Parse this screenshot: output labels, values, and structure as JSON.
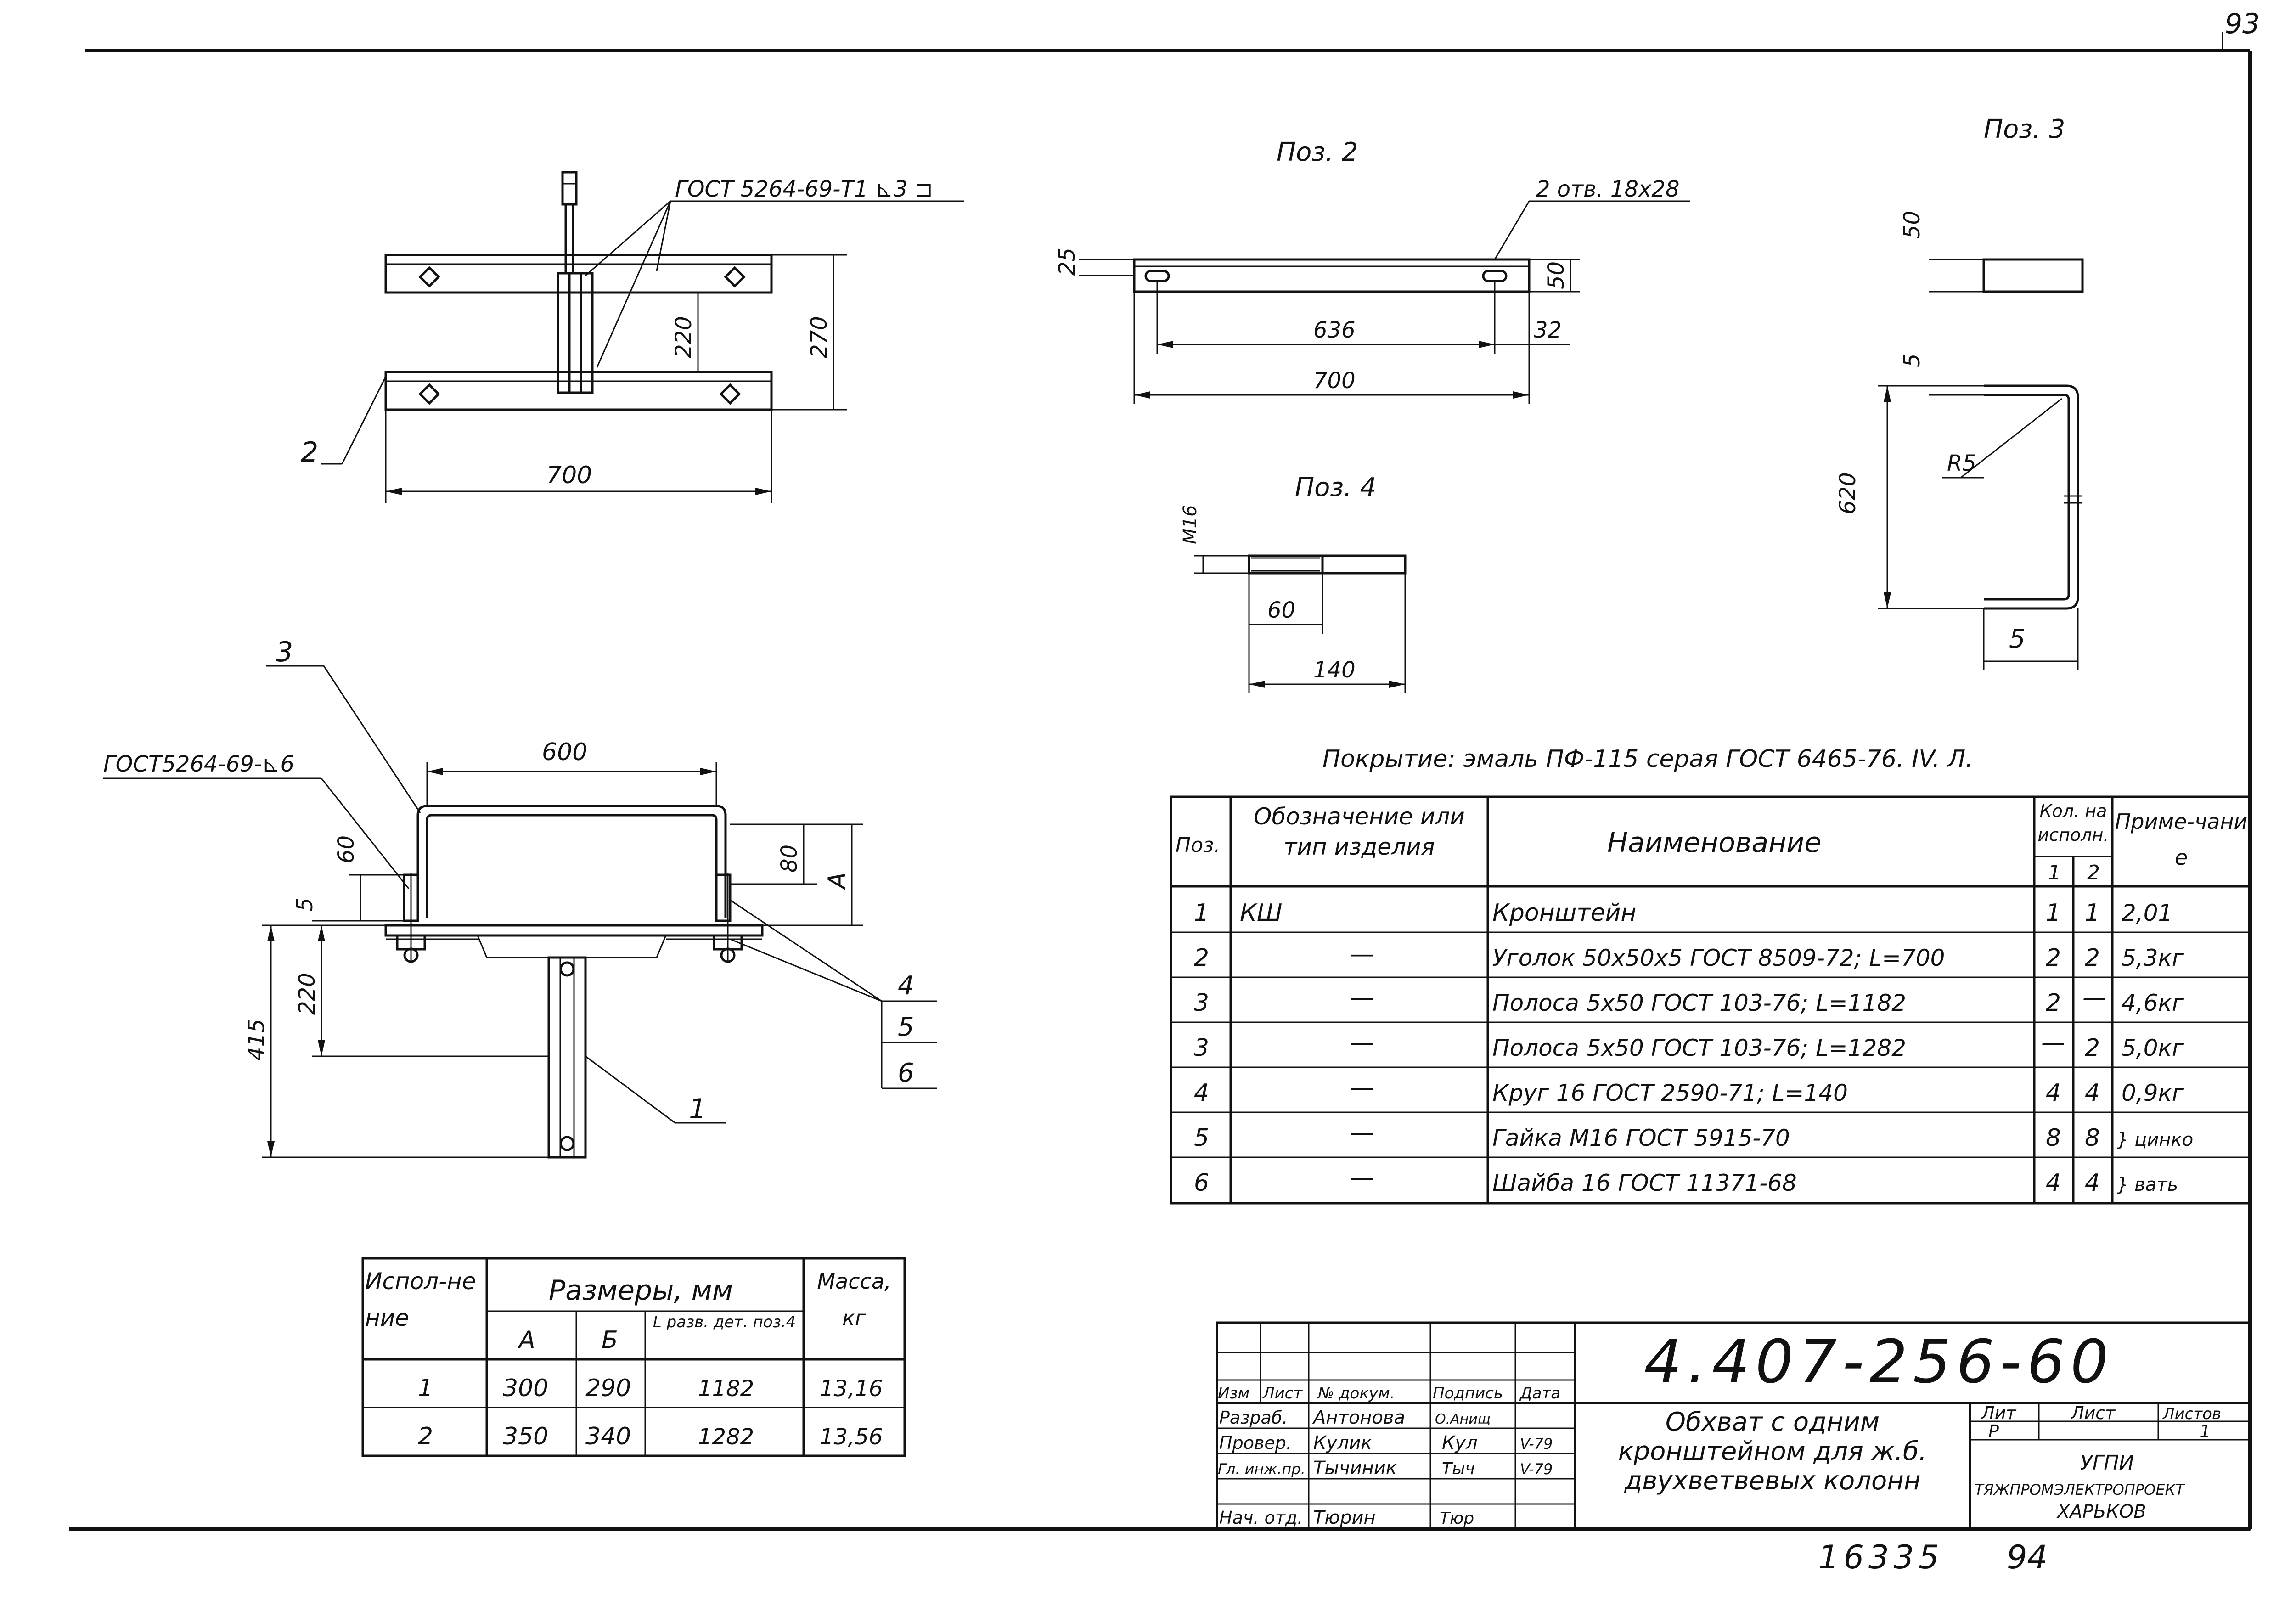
{
  "page": {
    "sheet_number_top": "93",
    "bottom_number_left": "16335",
    "bottom_number_right": "94"
  },
  "view_main": {
    "gost_label": "ГОСТ 5264-69-Т1 ⊾3 ⊐",
    "dim_width": "700",
    "dim_220": "220",
    "dim_270": "270",
    "pos_label": "2"
  },
  "view_pos2": {
    "title": "Поз. 2",
    "holes_label": "2 отв. 18х28",
    "dim_25": "25",
    "dim_50": "50",
    "dim_636": "636",
    "dim_32": "32",
    "dim_700": "700"
  },
  "view_pos3": {
    "title": "Поз. 3",
    "dim_50": "50",
    "dim_5": "5",
    "dim_620": "620",
    "radius": "R5",
    "dim_5_bottom": "5"
  },
  "view_pos4": {
    "title": "Поз. 4",
    "thread": "М16",
    "dim_60": "60",
    "dim_140": "140"
  },
  "view_section": {
    "label_3": "3",
    "gost_label": "ГОСТ5264-69-⊾6",
    "dim_600": "600",
    "dim_60": "60",
    "dim_80": "80",
    "dim_a": "А",
    "dim_5": "5",
    "dim_220": "220",
    "dim_415": "415",
    "label_1": "1",
    "label_4": "4",
    "label_5": "5",
    "label_6": "6"
  },
  "coating_note": "Покрытие:  эмаль  ПФ-115 серая  ГОСТ 6465-76.  IV. Л.",
  "spec_table": {
    "headers": {
      "pos": "Поз.",
      "designation": "Обозначение или тип изделия",
      "name": "Наименование",
      "qty": "Кол. на исполн.",
      "qty_1": "1",
      "qty_2": "2",
      "note": "Приме-чание"
    },
    "rows": [
      {
        "pos": "1",
        "designation": "КШ",
        "name": "Кронштейн",
        "q1": "1",
        "q2": "1",
        "note": "2,01"
      },
      {
        "pos": "2",
        "designation": "—",
        "name": "Уголок 50х50х5 ГОСТ 8509-72; L=700",
        "q1": "2",
        "q2": "2",
        "note": "5,3кг"
      },
      {
        "pos": "3",
        "designation": "—",
        "name": "Полоса 5х50 ГОСТ 103-76; L=1182",
        "q1": "2",
        "q2": "—",
        "note": "4,6кг"
      },
      {
        "pos": "3",
        "designation": "—",
        "name": "Полоса 5х50 ГОСТ 103-76; L=1282",
        "q1": "—",
        "q2": "2",
        "note": "5,0кг"
      },
      {
        "pos": "4",
        "designation": "—",
        "name": "Круг 16 ГОСТ 2590-71; L=140",
        "q1": "4",
        "q2": "4",
        "note": "0,9кг"
      },
      {
        "pos": "5",
        "designation": "—",
        "name": "Гайка М16 ГОСТ 5915-70",
        "q1": "8",
        "q2": "8",
        "note": "} цинко"
      },
      {
        "pos": "6",
        "designation": "—",
        "name": "Шайба 16 ГОСТ 11371-68",
        "q1": "4",
        "q2": "4",
        "note": "} вать"
      }
    ]
  },
  "size_table": {
    "headers": {
      "variant": "Испол-нение",
      "sizes": "Размеры, мм",
      "a": "А",
      "b": "Б",
      "l": "L разв. дет. поз.4",
      "mass": "Масса, кг"
    },
    "rows": [
      {
        "variant": "1",
        "a": "300",
        "b": "290",
        "l": "1182",
        "mass": "13,16"
      },
      {
        "variant": "2",
        "a": "350",
        "b": "340",
        "l": "1282",
        "mass": "13,56"
      }
    ]
  },
  "title_block": {
    "code": "4.407-256-60",
    "description": "Обхват с одним кронштейном для ж.б. двухветвевых колонн",
    "col_izm": "Изм",
    "col_list": "Лист",
    "col_doc": "№ докум.",
    "col_sign": "Подпись",
    "col_date": "Дата",
    "roles": [
      {
        "role": "Разраб.",
        "name": "Антонова",
        "sign": "О.Анищ",
        "date": ""
      },
      {
        "role": "Провер.",
        "name": "Кулик",
        "sign": "Кул",
        "date": "V-79"
      },
      {
        "role": "Гл. инж.пр.",
        "name": "Тычиник",
        "sign": "Тыч",
        "date": "V-79"
      },
      {
        "role": "Нач. отд.",
        "name": "Тюрин",
        "sign": "Тюр",
        "date": ""
      }
    ],
    "lit_label": "Лит",
    "sheet_label": "Лист",
    "sheets_label": "Листов",
    "lit_value": "Р",
    "sheets_value": "1",
    "org_1": "УГПИ",
    "org_2": "ТЯЖПРОМЭЛЕКТРОПРОЕКТ",
    "org_3": "ХАРЬКОВ"
  }
}
